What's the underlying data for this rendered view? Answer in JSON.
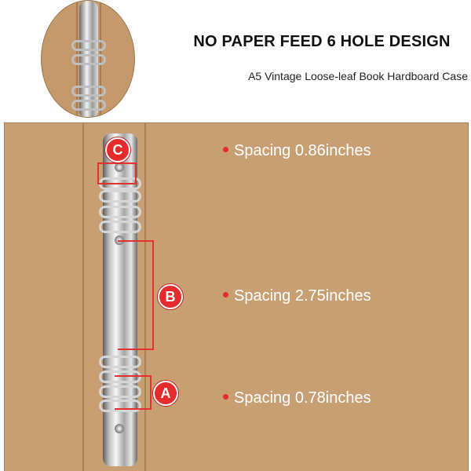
{
  "header": {
    "title": "NO PAPER FEED 6 HOLE DESIGN",
    "subtitle": "A5 Vintage Loose-leaf Book Hardboard Case"
  },
  "markers": [
    {
      "letter": "C",
      "spacing": "Spacing 0.86inches"
    },
    {
      "letter": "B",
      "spacing": "Spacing 2.75inches"
    },
    {
      "letter": "A",
      "spacing": "Spacing 0.78inches"
    }
  ],
  "colors": {
    "accent": "#e52b2b",
    "board": "#c89f73",
    "text_on_board": "#ffffff"
  }
}
